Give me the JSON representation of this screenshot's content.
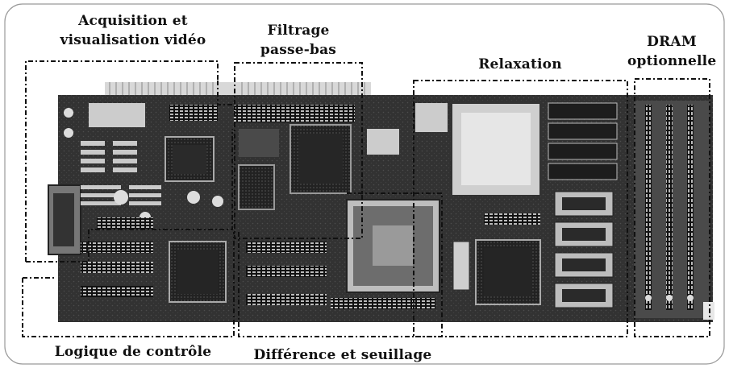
{
  "figure": {
    "labels": {
      "acquisition_line1": "Acquisition et",
      "acquisition_line2": "visualisation vidéo",
      "filtrage_line1": "Filtrage",
      "filtrage_line2": "passe-bas",
      "relaxation": "Relaxation",
      "dram_line1": "DRAM",
      "dram_line2": "optionnelle",
      "logique": "Logique de contrôle",
      "difference": "Différence et seuillage"
    },
    "colors": {
      "board_dark": "#2a2a2a",
      "board_mid": "#5a5a5a",
      "chip": "#1a1a1a",
      "chip_light": "#d8d8d8",
      "dash": "#111111"
    }
  }
}
